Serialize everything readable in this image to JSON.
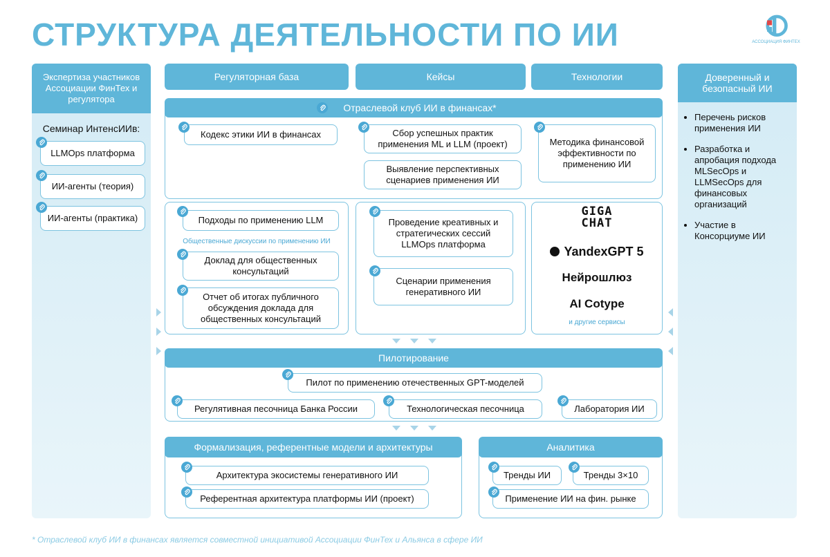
{
  "title": "СТРУКТУРА ДЕЯТЕЛЬНОСТИ ПО ИИ",
  "logo": {
    "caption": "АССОЦИАЦИЯ ФИНТЕХ"
  },
  "left_column": {
    "header": "Экспертиза участников Ассоциации ФинТех и регулятора",
    "seminar_title": "Семинар ИнтенсИИв:",
    "items": [
      "LLMOps платформа",
      "ИИ-агенты (теория)",
      "ИИ-агенты (практика)"
    ]
  },
  "columns": {
    "regulatory": "Регуляторная база",
    "cases": "Кейсы",
    "technologies": "Технологии"
  },
  "club": {
    "header": "Отраслевой клуб ИИ в финансах*",
    "reg_item": "Кодекс этики ИИ в финансах",
    "cases_items": [
      "Сбор успешных практик применения ML и LLM (проект)",
      "Выявление перспективных сценариев применения ИИ"
    ],
    "tech_item": "Методика финансовой эффективности по применению ИИ"
  },
  "regulatory_lower": {
    "approaches": "Подходы по применению LLM",
    "discussion_note": "Общественные дискуссии по применению ИИ",
    "report": "Доклад для общественных консультаций",
    "summary_report": "Отчет об итогах публичного обсуждения доклада для общественных консультаций"
  },
  "cases_lower": {
    "sessions": "Проведение креативных и стратегических сессий LLMOps платформа",
    "scenarios": "Сценарии применения генеративного ИИ"
  },
  "technologies_lower": {
    "gigachat": "GIGA CHAT",
    "yandexgpt": "YandexGPT 5",
    "neuroshluz": "Нейрошлюз",
    "aicotype": "AI Cotype",
    "other": "и другие сервисы"
  },
  "pilot": {
    "header": "Пилотирование",
    "gpt_pilot": "Пилот по применению отечественных GPT-моделей",
    "items": [
      "Регулятивная песочница Банка России",
      "Технологическая песочница",
      "Лаборатория ИИ"
    ]
  },
  "formalization": {
    "header": "Формализация, референтные модели и архитектуры",
    "items": [
      "Архитектура экосистемы генеративного ИИ",
      "Референтная архитектура платформы ИИ (проект)"
    ]
  },
  "analytics": {
    "header": "Аналитика",
    "trends": "Тренды ИИ",
    "trends_3x10": "Тренды 3×10",
    "market": "Применение ИИ на фин. рынке"
  },
  "right_column": {
    "header": "Доверенный и безопасный ИИ",
    "items": [
      "Перечень рисков применения ИИ",
      "Разработка и апробация подхода MLSecOps и LLMSecOps для финансовых организаций",
      "Участие в Консорциуме ИИ"
    ]
  },
  "footnote": "* Отраслевой клуб ИИ в финансах является совместной инициативой Ассоциации ФинТех и Альянса в сфере ИИ",
  "colors": {
    "accent": "#5fb6d9",
    "border": "#7cc3e0",
    "side_bg": "#e3f2f8",
    "footnote": "#8ccbe4"
  },
  "icons": {
    "clip": "paperclip-icon",
    "arrow": "triangle-arrow-icon"
  }
}
